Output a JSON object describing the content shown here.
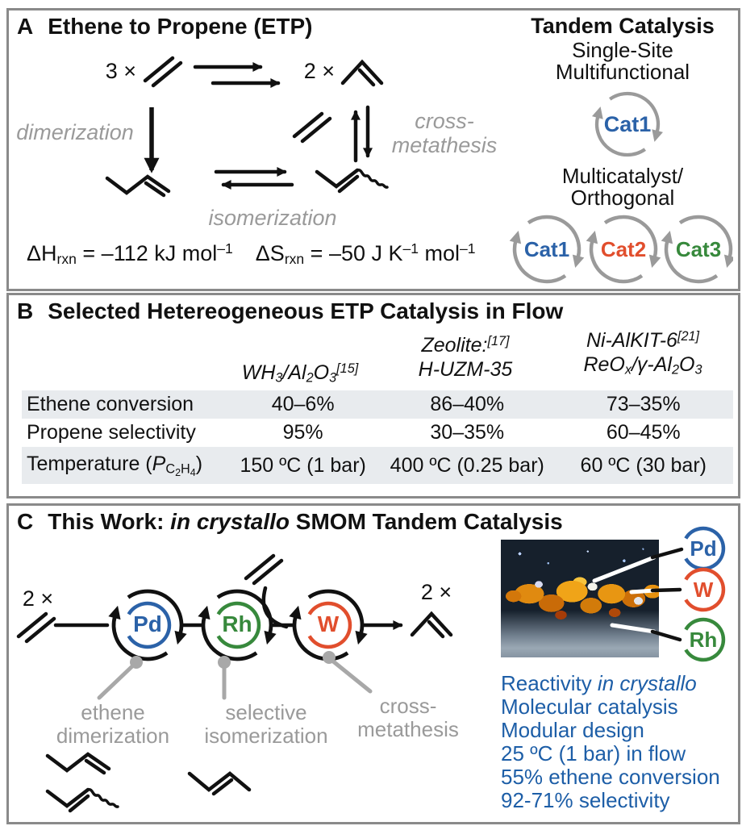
{
  "colors": {
    "cat_blue": "#2b62a8",
    "cat_red": "#e14e2d",
    "cat_green": "#37893c",
    "gray_label": "#9a9a9a",
    "panel_border": "#8a8a8a",
    "row_shade": "#e8ebee",
    "highlight_blue": "#1d5ea7",
    "ink": "#111111"
  },
  "panel_a": {
    "label": "A",
    "title": "Ethene to Propene (ETP)",
    "stoich_left": "3 ×",
    "stoich_right": "2 ×",
    "step_dimerization": "dimerization",
    "step_isomerization": "isomerization",
    "step_cross_1": "cross-",
    "step_cross_2": "metathesis",
    "dh": [
      {
        "t": "ΔH"
      },
      {
        "t": "rxn",
        "s": "sub"
      },
      {
        "t": " = –112 kJ mol"
      },
      {
        "t": "–1",
        "s": "sup"
      }
    ],
    "ds": [
      {
        "t": "ΔS"
      },
      {
        "t": "rxn",
        "s": "sub"
      },
      {
        "t": " = –50 J K"
      },
      {
        "t": "–1",
        "s": "sup"
      },
      {
        "t": " mol"
      },
      {
        "t": "–1",
        "s": "sup"
      }
    ],
    "tandem": {
      "title": "Tandem Catalysis",
      "mode1_line1": "Single-Site",
      "mode1_line2": "Multifunctional",
      "mode2_line1": "Multicatalyst/",
      "mode2_line2": "Orthogonal",
      "cat1": "Cat1",
      "cat2": "Cat2",
      "cat3": "Cat3"
    }
  },
  "panel_b": {
    "label": "B",
    "title": "Selected Hetereogeneous ETP Catalysis in Flow",
    "catalysts": [
      {
        "line1": [
          {
            "t": "WH"
          },
          {
            "t": "3",
            "s": "sub"
          },
          {
            "t": "/Al"
          },
          {
            "t": "2",
            "s": "sub"
          },
          {
            "t": "O"
          },
          {
            "t": "3",
            "s": "sub"
          },
          {
            "t": "[15]",
            "s": "sup"
          }
        ]
      },
      {
        "line1": [
          {
            "t": "Zeolite:"
          },
          {
            "t": "[17]",
            "s": "sup"
          }
        ],
        "line2": [
          {
            "t": "H-UZM-35"
          }
        ]
      },
      {
        "line1": [
          {
            "t": "Ni-AlKIT-6"
          },
          {
            "t": "[21]",
            "s": "sup"
          }
        ],
        "line2": [
          {
            "t": "ReO"
          },
          {
            "t": "x",
            "s": "sub"
          },
          {
            "t": "/γ-Al"
          },
          {
            "t": "2",
            "s": "sub"
          },
          {
            "t": "O"
          },
          {
            "t": "3",
            "s": "sub"
          }
        ]
      }
    ],
    "rows": [
      {
        "label": [
          {
            "t": "Ethene conversion"
          }
        ],
        "values": [
          "40–6%",
          "86–40%",
          "73–35%"
        ]
      },
      {
        "label": [
          {
            "t": "Propene selectivity"
          }
        ],
        "values": [
          "95%",
          "30–35%",
          "60–45%"
        ]
      },
      {
        "label": [
          {
            "t": "Temperature ("
          },
          {
            "t": "P",
            "s": "it"
          },
          {
            "t": "C",
            "s": "sub"
          },
          {
            "t": "2",
            "s": "subsub"
          },
          {
            "t": "H",
            "s": "sub"
          },
          {
            "t": "4",
            "s": "subsub"
          },
          {
            "t": ")"
          }
        ],
        "values": [
          "150 ºC (1 bar)",
          "400 ºC (0.25 bar)",
          "60 ºC (30 bar)"
        ]
      }
    ]
  },
  "panel_c": {
    "label": "C",
    "title": [
      {
        "t": "This Work: "
      },
      {
        "t": "in crystallo",
        "s": "bi"
      },
      {
        "t": " SMOM Tandem Catalysis"
      }
    ],
    "stoich_left": "2 ×",
    "stoich_right": "2 ×",
    "catalysts": [
      {
        "symbol": "Pd"
      },
      {
        "symbol": "Rh"
      },
      {
        "symbol": "W"
      }
    ],
    "roles": [
      {
        "line1": "ethene",
        "line2": "dimerization"
      },
      {
        "line1": "selective",
        "line2": "isomerization"
      },
      {
        "line1": "cross-",
        "line2": "metathesis"
      }
    ],
    "crystal_labels": [
      {
        "symbol": "Pd"
      },
      {
        "symbol": "W"
      },
      {
        "symbol": "Rh"
      }
    ],
    "highlights_first": [
      {
        "t": "Reactivity "
      },
      {
        "t": "in crystallo",
        "s": "it"
      }
    ],
    "highlights": [
      "Molecular catalysis",
      "Modular design",
      "25 ºC (1 bar) in flow",
      "55% ethene conversion",
      "92-71% selectivity"
    ]
  }
}
